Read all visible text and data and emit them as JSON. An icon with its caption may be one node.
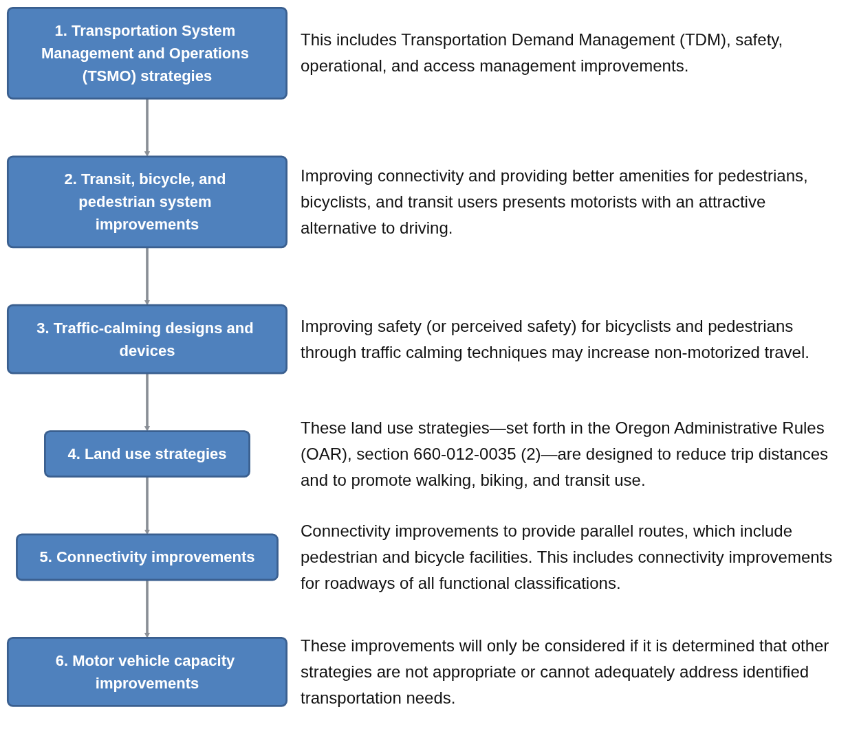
{
  "diagram": {
    "nodes": [
      {
        "text": [
          "1. Transportation System Management and Operations (TSMO) strategies"
        ],
        "beside": [
          "This includes Transportation Demand Management (TDM), safety, operational, and access management improvements."
        ]
      },
      {
        "text": [
          "2. Transit, bicycle, and pedestrian system improvements"
        ],
        "beside": [
          "Improving connectivity and providing better amenities for pedestrians, bicyclists, and transit users presents motorists with an attractive alternative to driving."
        ]
      },
      {
        "text": [
          "3. Traffic-calming designs and devices"
        ],
        "beside": [
          "Improving safety (or perceived safety) for bicyclists and pedestrians through traffic calming techniques may increase non-motorized travel."
        ]
      },
      {
        "text": [
          "4. Land use strategies"
        ],
        "beside": [
          "These land use strategies—set forth in the Oregon Administrative Rules (OAR), section 660-012-0035 (2)—are designed to reduce trip distances and to promote walking, biking, and transit use."
        ]
      },
      {
        "text": [
          "5. Connectivity improvements"
        ],
        "beside": [
          "Connectivity improvements to provide parallel routes, which include pedestrian and bicycle facilities. This includes connectivity improvements for roadways of all functional classifications."
        ]
      },
      {
        "text": [
          "6. Motor vehicle capacity improvements"
        ],
        "beside": [
          "These improvements will only be considered if it is determined that other strategies are not appropriate or cannot adequately address identified transportation needs."
        ]
      }
    ],
    "edges": [
      {
        "from": 0,
        "to": 1,
        "arrow": "to"
      },
      {
        "from": 1,
        "to": 2,
        "arrow": "to"
      },
      {
        "from": 2,
        "to": 3,
        "arrow": "to"
      },
      {
        "from": 3,
        "to": 4,
        "arrow": "to"
      },
      {
        "from": 4,
        "to": 5,
        "arrow": "to"
      }
    ]
  }
}
